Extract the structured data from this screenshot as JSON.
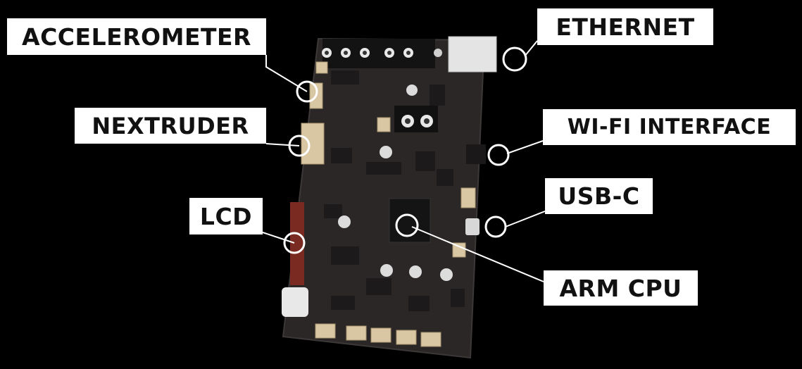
{
  "labels": {
    "accelerometer": "ACCELEROMETER",
    "nextruder": "NEXTRUDER",
    "lcd": "LCD",
    "ethernet": "ETHERNET",
    "wifi": "WI-FI INTERFACE",
    "usbc": "USB-C",
    "armcpu": "ARM CPU"
  },
  "colors": {
    "background": "#000000",
    "callout_box": "#ffffff",
    "callout_text": "#111111",
    "leader_line": "#ffffff",
    "pcb": "#2b2727",
    "connector": "#d9c7a4"
  }
}
